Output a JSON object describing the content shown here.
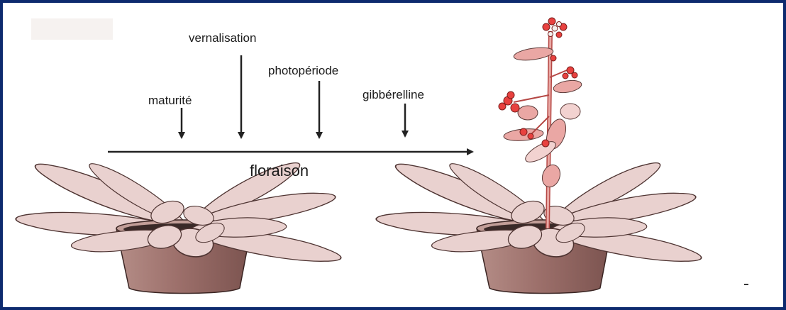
{
  "factors": [
    {
      "label": "maturité"
    },
    {
      "label": "vernalisation"
    },
    {
      "label": "photopériode"
    },
    {
      "label": "gibbérelline"
    }
  ],
  "process_label": "floraison",
  "colors": {
    "border": "#0d2a6e",
    "leaf_fill": "#e9d1cf",
    "leaf_stroke": "#5a3a38",
    "pot": "#a77d77",
    "pot_dark": "#6e4a46",
    "flower": "#e8413f",
    "arrow": "#222222"
  },
  "icons": [
    "down-arrow-icon",
    "right-arrow-icon",
    "rosette-plant-icon",
    "flowering-plant-icon",
    "pot-icon"
  ]
}
